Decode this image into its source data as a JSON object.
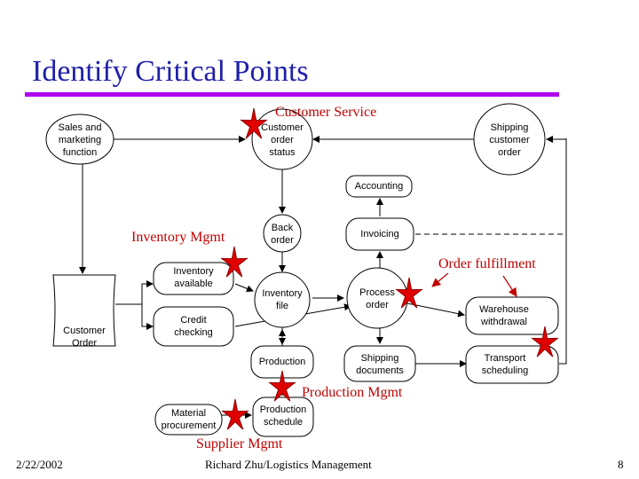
{
  "slide": {
    "title": "Identify Critical Points",
    "date": "2/22/2002",
    "footer": "Richard Zhu/Logistics Management",
    "page_number": "8"
  },
  "nodes": {
    "sales": "Sales and\nmarketing\nfunction",
    "customer_order_status": "Customer\norder\nstatus",
    "shipping_customer_order": "Shipping\ncustomer\norder",
    "accounting": "Accounting",
    "back_order": "Back\norder",
    "invoicing": "Invoicing",
    "inventory_available": "Inventory\navailable",
    "inventory_file": "Inventory\nfile",
    "process_order": "Process\norder",
    "credit_checking": "Credit\nchecking",
    "warehouse_withdrawal": "Warehouse\nwithdrawal",
    "customer_order": "Customer\nOrder",
    "production": "Production",
    "shipping_documents": "Shipping\ndocuments",
    "transport_scheduling": "Transport\nscheduling",
    "material_procurement": "Material\nprocurement",
    "production_schedule": "Production\nschedule"
  },
  "callouts": {
    "customer_service": "Customer Service",
    "inventory_mgmt": "Inventory Mgmt",
    "order_fulfillment": "Order fulfillment",
    "production_mgmt": "Production Mgmt",
    "supplier_mgmt": "Supplier Mgmt"
  },
  "colors": {
    "title": "#2020a8",
    "rule": "#b000f0",
    "callout_text": "#c00000",
    "star_fill": "#e00000",
    "star_stroke": "#900000"
  }
}
